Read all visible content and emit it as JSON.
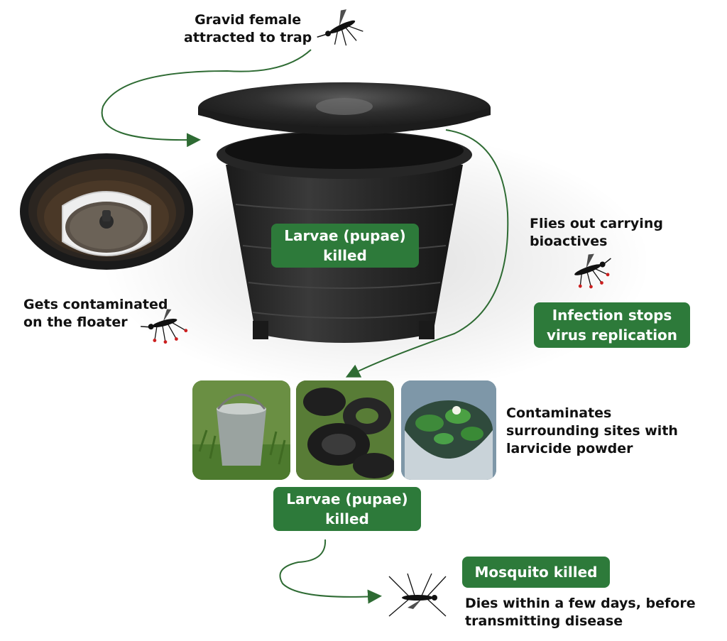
{
  "captions": {
    "gravid_female": "Gravid female\nattracted to trap",
    "flies_out": "Flies out carrying\nbioactives",
    "contaminated_floater": "Gets contaminated\non the floater",
    "contaminates_sites": "Contaminates\nsurrounding sites with\nlarvicide powder",
    "dies": "Dies within a few days, before\ntransmitting disease"
  },
  "badges": {
    "larvae_in_trap": "Larvae (pupae)\nkilled",
    "infection_stops": "Infection stops\nvirus replication",
    "larvae_in_sites": "Larvae (pupae)\nkilled",
    "mosquito_killed": "Mosquito killed"
  },
  "colors": {
    "badge_green": "#2d7a3a",
    "arrow_green": "#2e6b33",
    "trap_black": "#222222",
    "powder_red": "#cc1f1f"
  },
  "icons": [
    "mosquito-icon",
    "trap-pot",
    "floater-photo",
    "bucket-photo",
    "tires-photo",
    "pot-plant-photo"
  ]
}
